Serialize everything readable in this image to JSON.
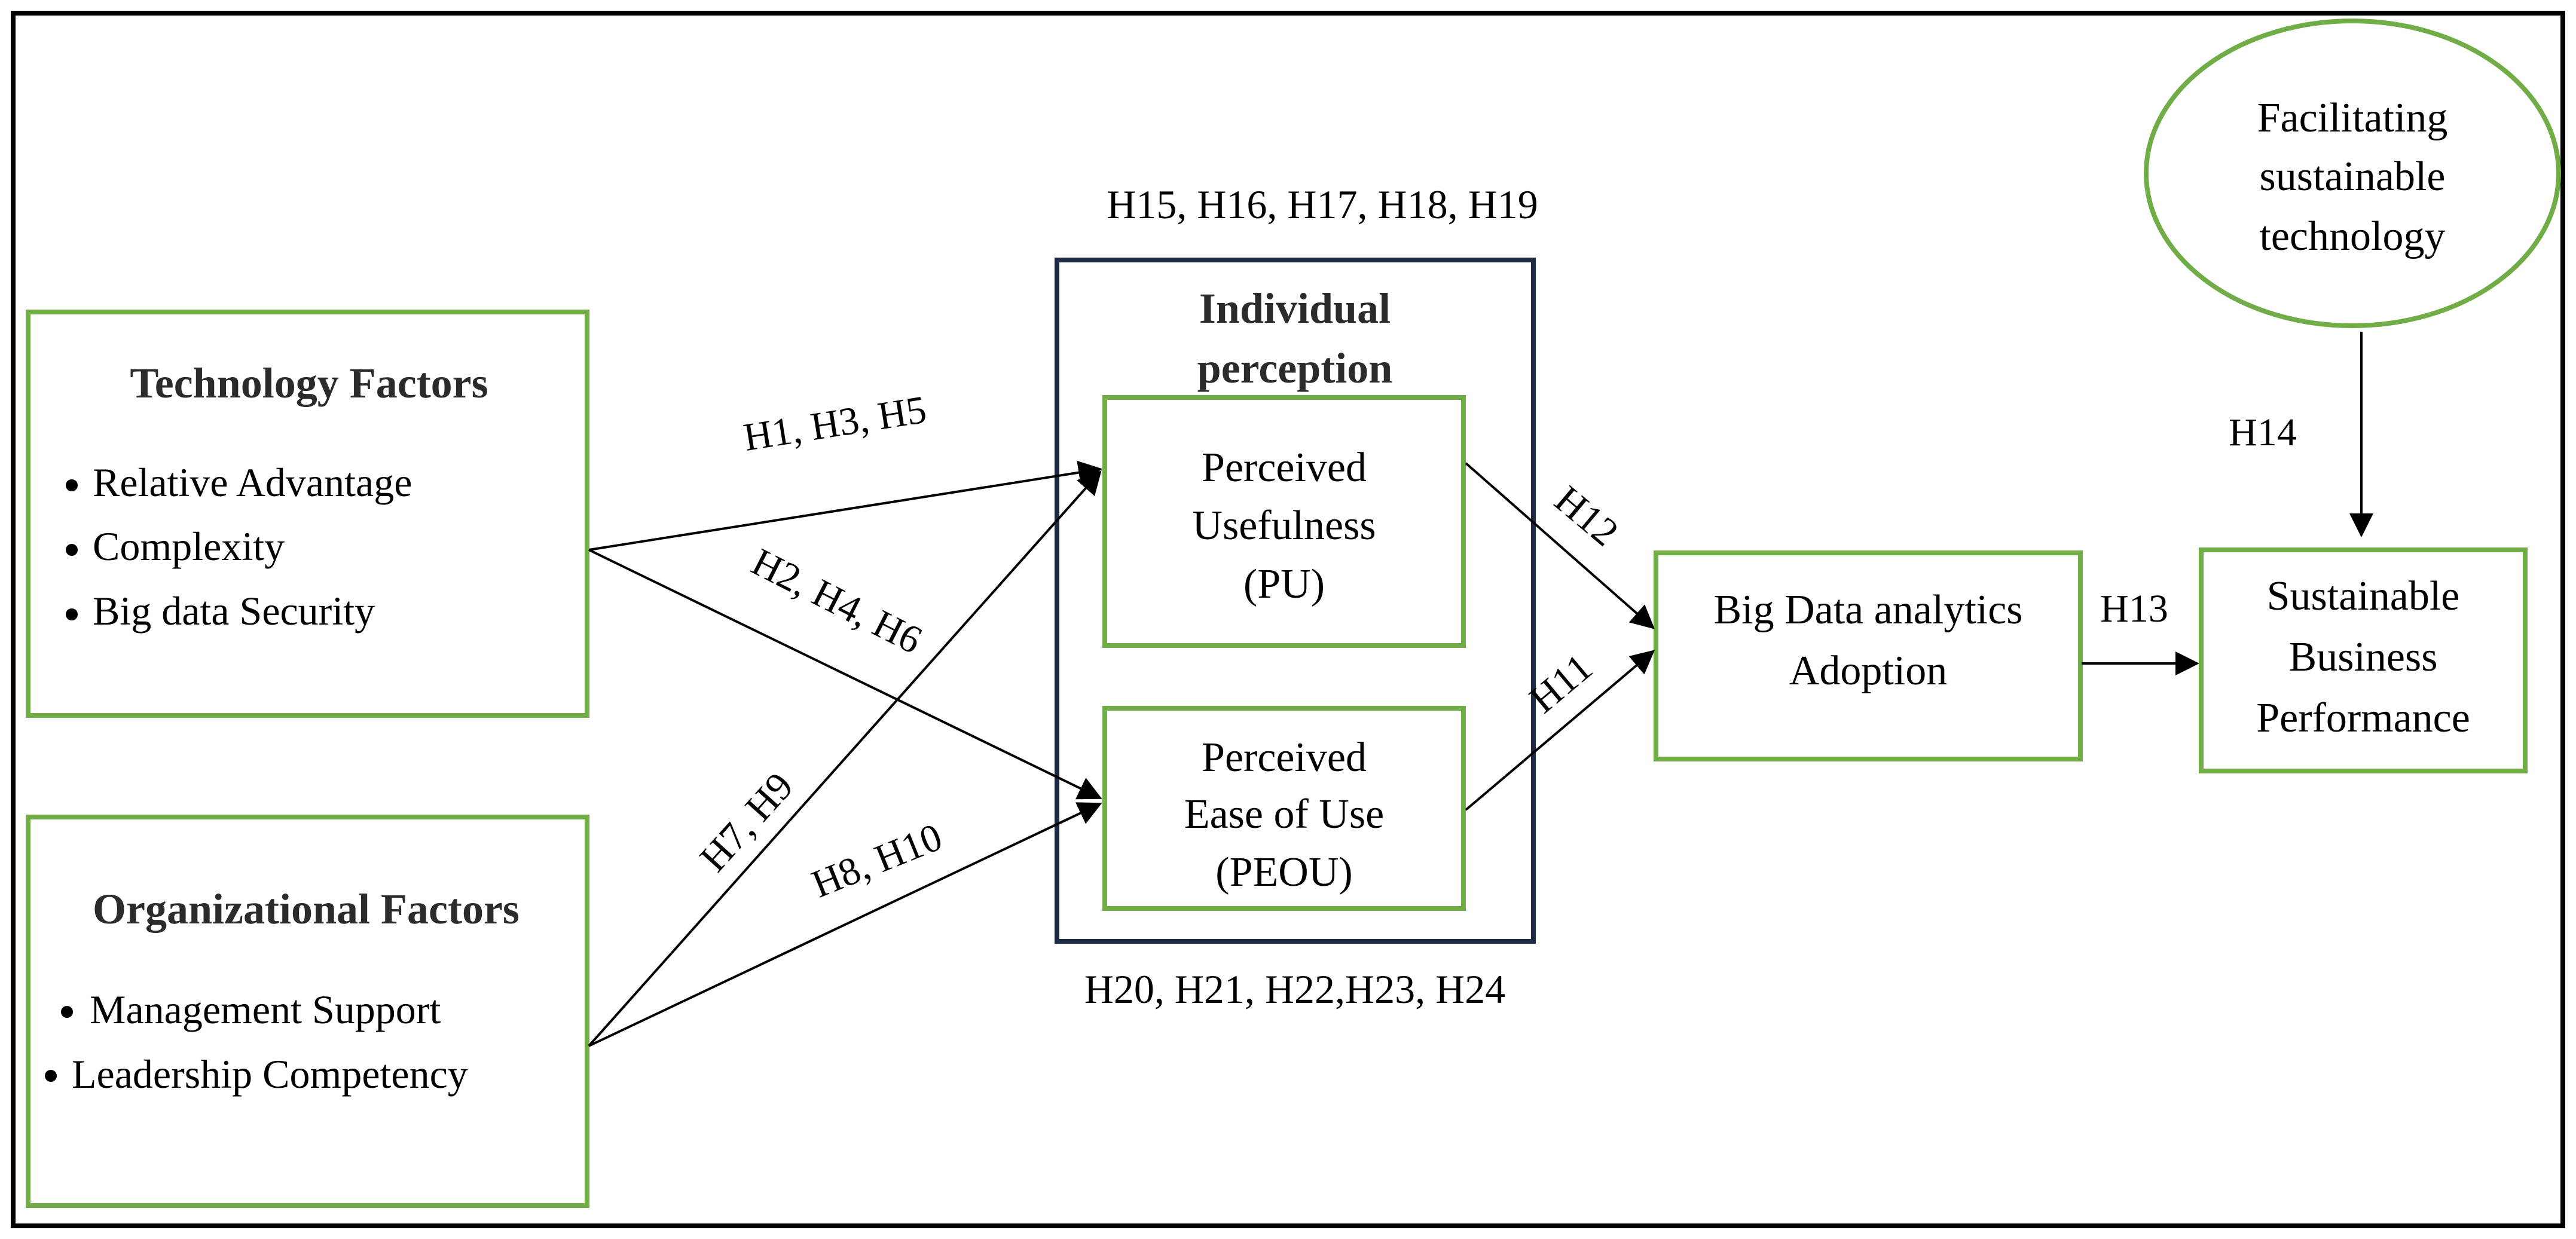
{
  "colors": {
    "box_border": "#70ad47",
    "frame_border": "#1f2a44",
    "text": "#000000"
  },
  "technology_factors": {
    "title": "Technology Factors",
    "items": [
      "Relative Advantage",
      "Complexity",
      "Big data Security"
    ]
  },
  "organizational_factors": {
    "title": "Organizational Factors",
    "items": [
      "Management Support",
      "Leadership Competency"
    ]
  },
  "individual_perception": {
    "title_line1": "Individual",
    "title_line2": "perception",
    "top_hypotheses": "H15, H16, H17, H18, H19",
    "bottom_hypotheses": "H20, H21, H22,H23, H24"
  },
  "pu_box": {
    "line1": "Perceived",
    "line2": "Usefulness",
    "line3": "(PU)"
  },
  "peou_box": {
    "line1": "Perceived",
    "line2": "Ease of Use",
    "line3": "(PEOU)"
  },
  "bda_box": {
    "line1": "Big Data analytics",
    "line2": "Adoption"
  },
  "sbp_box": {
    "line1": "Sustainable",
    "line2": "Business",
    "line3": "Performance"
  },
  "fst_ellipse": {
    "line1": "Facilitating",
    "line2": "sustainable",
    "line3": "technology"
  },
  "hypotheses": {
    "h1_h3_h5": "H1, H3, H5",
    "h2_h4_h6": "H2, H4, H6",
    "h7_h9": "H7, H9",
    "h8_h10": "H8, H10",
    "h11": "H11",
    "h12": "H12",
    "h13": "H13",
    "h14": "H14"
  }
}
